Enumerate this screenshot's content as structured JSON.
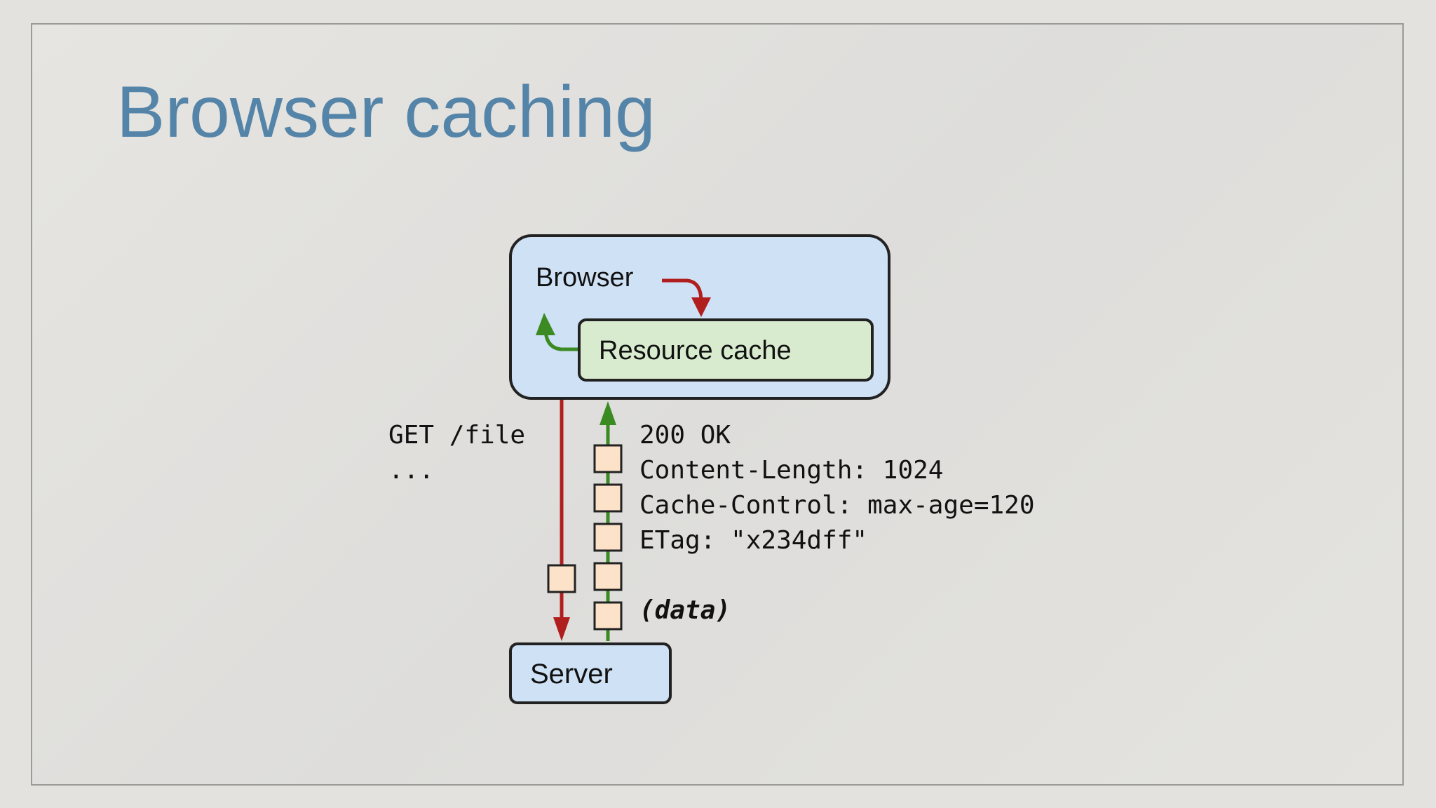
{
  "slide": {
    "title": "Browser caching"
  },
  "diagram": {
    "browser_label": "Browser",
    "cache_label": "Resource cache",
    "server_label": "Server",
    "request_lines": [
      "GET /file",
      "..."
    ],
    "response_lines": [
      "200 OK",
      "Content-Length: 1024",
      "Cache-Control: max-age=120",
      "ETag: \"x234dff\""
    ],
    "data_label": "(data)",
    "colors": {
      "browser_fill": "#cfe1f5",
      "cache_fill": "#d8ebcf",
      "server_fill": "#cfe1f5",
      "request_arrow": "#b01e1e",
      "response_arrow": "#3b8a22",
      "packet_fill": "#fbe2c8"
    }
  }
}
